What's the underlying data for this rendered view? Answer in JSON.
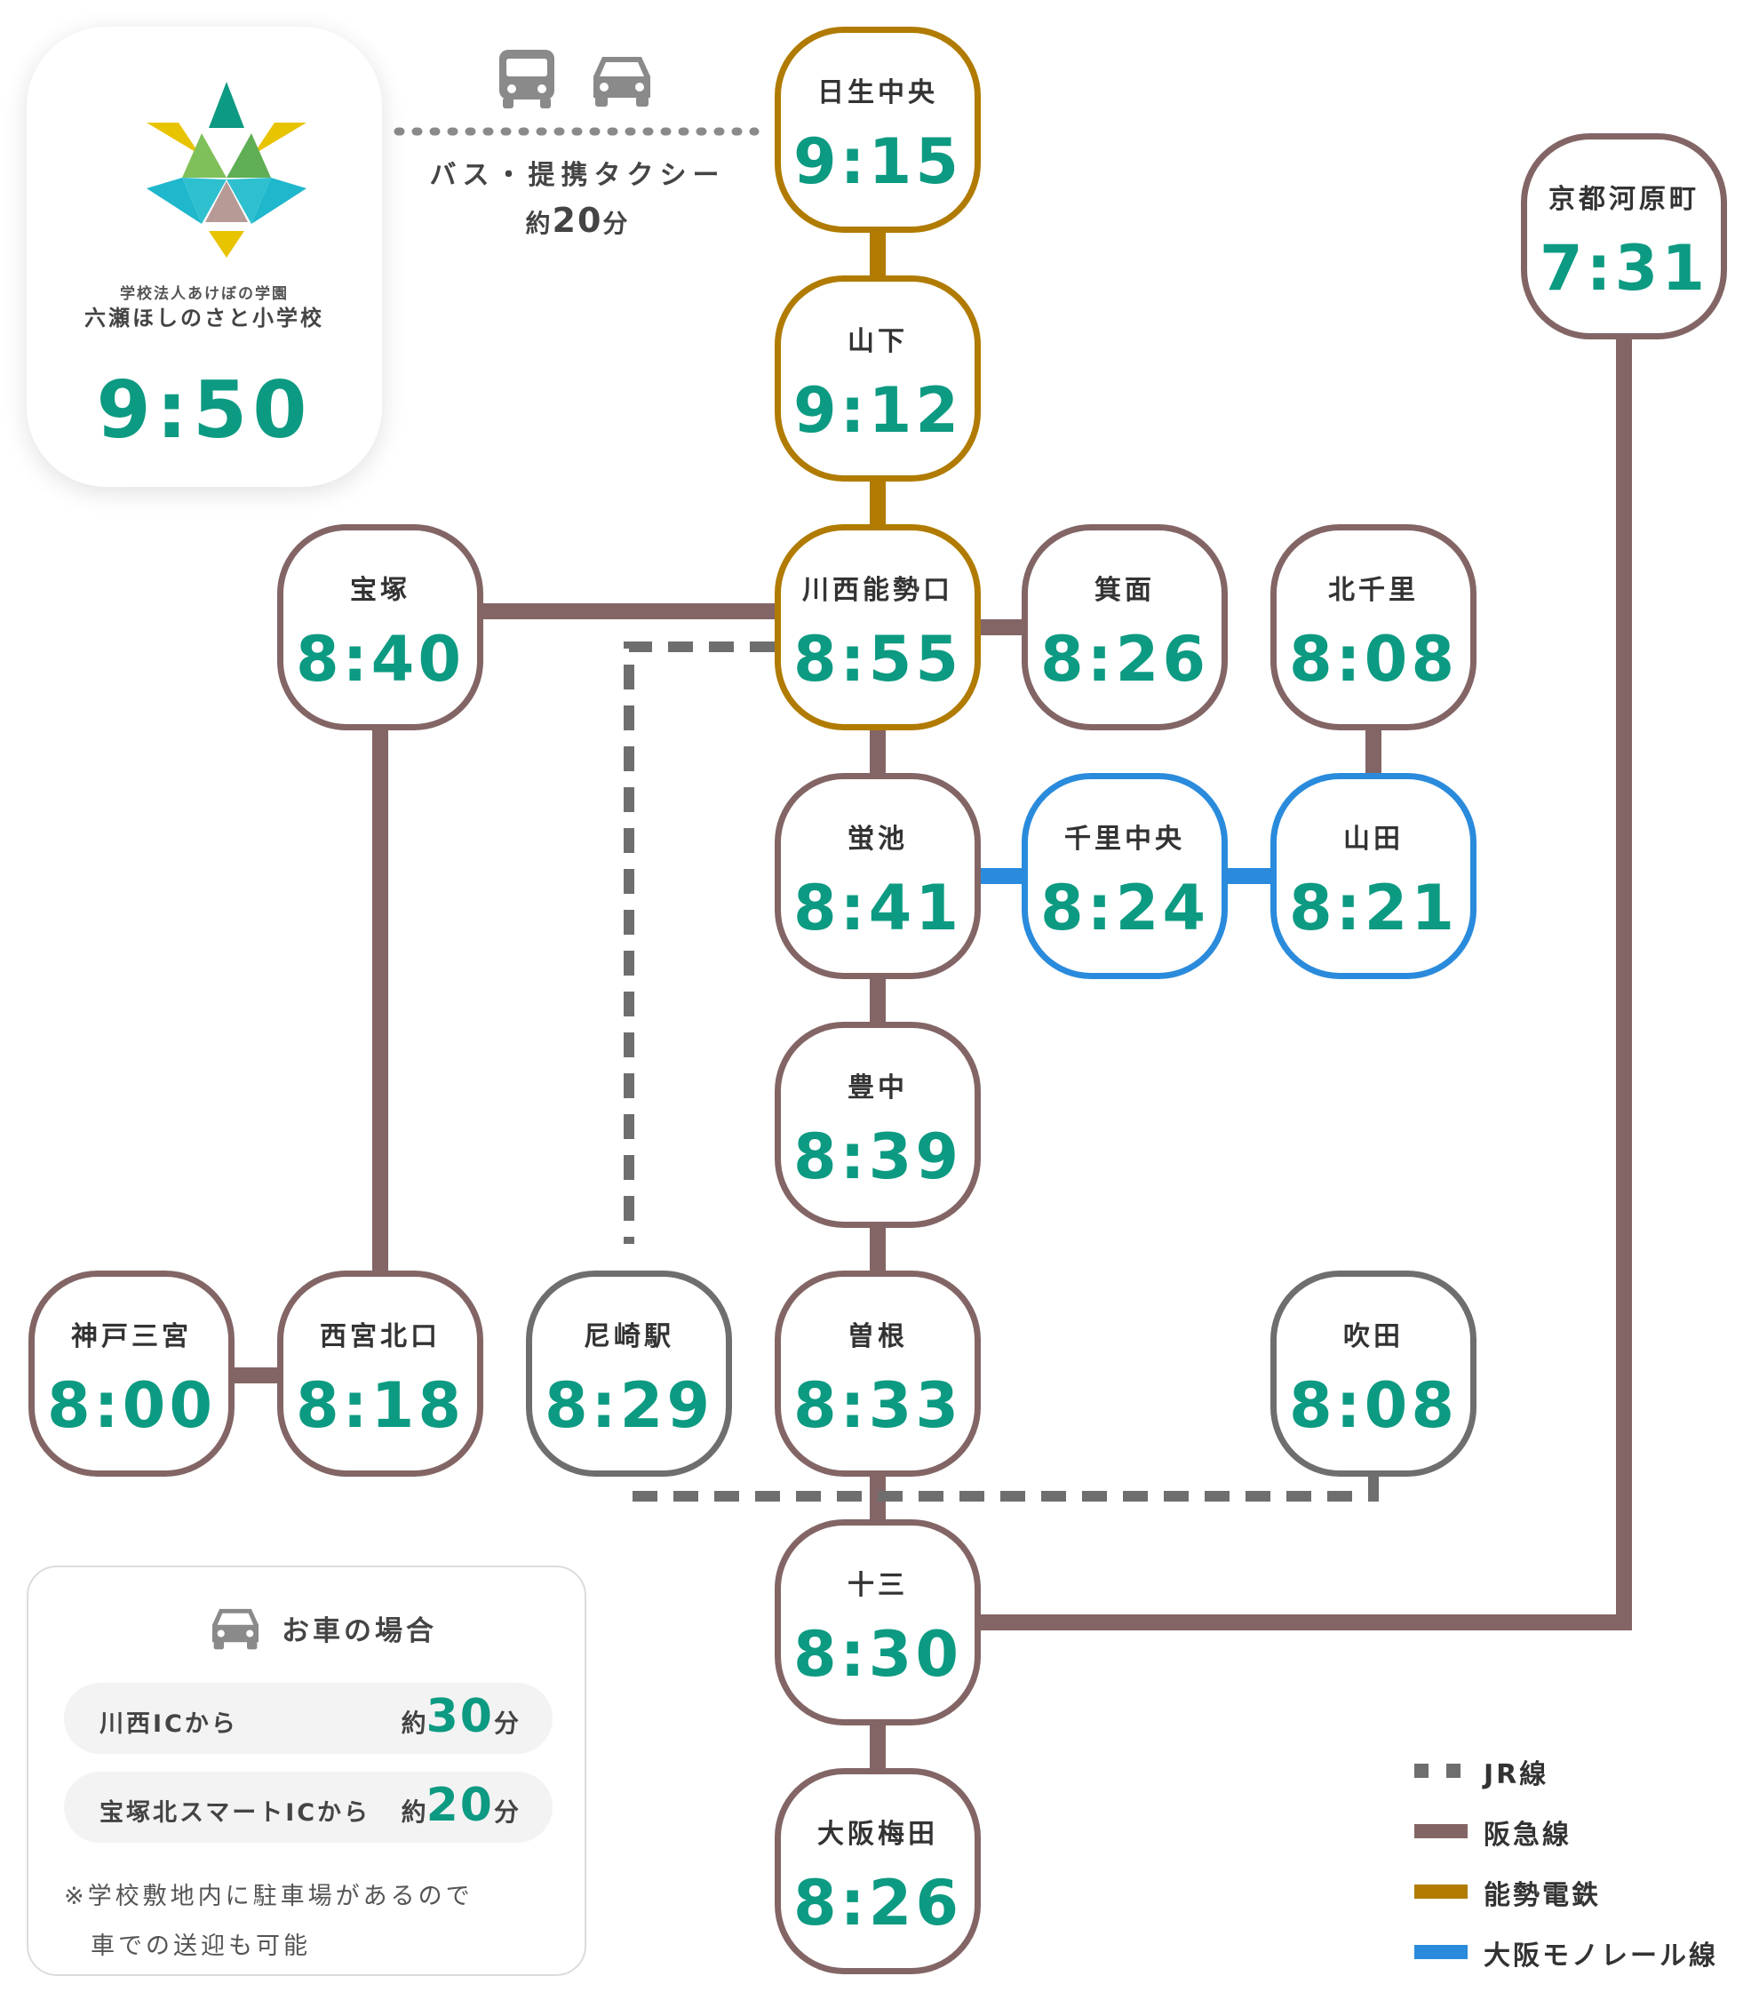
{
  "school": {
    "corporation": "学校法人あけぼの学園",
    "name": "六瀬ほしのさと小学校",
    "arrival_time": "9:50"
  },
  "transfer": {
    "label": "バス・提携タクシー",
    "prefix": "約",
    "minutes": "20",
    "unit": "分",
    "icons": [
      "bus-icon",
      "car-icon"
    ]
  },
  "stations": {
    "hikinochuo": {
      "name": "日生中央",
      "time": "9:15",
      "line": "nose"
    },
    "yamashita": {
      "name": "山下",
      "time": "9:12",
      "line": "nose"
    },
    "kawanishinoseguchi": {
      "name": "川西能勢口",
      "time": "8:55",
      "line": "nose"
    },
    "takarazuka": {
      "name": "宝塚",
      "time": "8:40",
      "line": "hankyu"
    },
    "minoh": {
      "name": "箕面",
      "time": "8:26",
      "line": "hankyu"
    },
    "kitasenri": {
      "name": "北千里",
      "time": "8:08",
      "line": "hankyu"
    },
    "kyotokawaramachi": {
      "name": "京都河原町",
      "time": "7:31",
      "line": "hankyu"
    },
    "hotarugaike": {
      "name": "蛍池",
      "time": "8:41",
      "line": "hankyu"
    },
    "senrichuo": {
      "name": "千里中央",
      "time": "8:24",
      "line": "monorail"
    },
    "yamada": {
      "name": "山田",
      "time": "8:21",
      "line": "monorail"
    },
    "toyonaka": {
      "name": "豊中",
      "time": "8:39",
      "line": "hankyu"
    },
    "kobesannomiya": {
      "name": "神戸三宮",
      "time": "8:00",
      "line": "hankyu"
    },
    "nishinomiyakitaguchi": {
      "name": "西宮北口",
      "time": "8:18",
      "line": "hankyu"
    },
    "amagasaki": {
      "name": "尼崎駅",
      "time": "8:29",
      "line": "jr"
    },
    "sone": {
      "name": "曽根",
      "time": "8:33",
      "line": "hankyu"
    },
    "suita": {
      "name": "吹田",
      "time": "8:08",
      "line": "jr"
    },
    "juso": {
      "name": "十三",
      "time": "8:30",
      "line": "hankyu"
    },
    "osakaumeda": {
      "name": "大阪梅田",
      "time": "8:26",
      "line": "hankyu"
    }
  },
  "car": {
    "title": "お車の場合",
    "routes": [
      {
        "from": "川西ICから",
        "prefix": "約",
        "minutes": "30",
        "unit": "分"
      },
      {
        "from": "宝塚北スマートICから",
        "prefix": "約",
        "minutes": "20",
        "unit": "分"
      }
    ],
    "note_line1": "※学校敷地内に駐車場があるので",
    "note_line2": "車での送迎も可能"
  },
  "legend": [
    {
      "label": "JR線",
      "color": "#6e6e6e",
      "style": "dashed"
    },
    {
      "label": "阪急線",
      "color": "#836565",
      "style": "solid"
    },
    {
      "label": "能勢電鉄",
      "color": "#b07b00",
      "style": "solid"
    },
    {
      "label": "大阪モノレール線",
      "color": "#2a8bdc",
      "style": "solid"
    }
  ],
  "colors": {
    "hankyu": "#836565",
    "nose": "#b07b00",
    "monorail": "#2a8bdc",
    "jr": "#6e6e6e",
    "accent_teal": "#0d9a82"
  }
}
